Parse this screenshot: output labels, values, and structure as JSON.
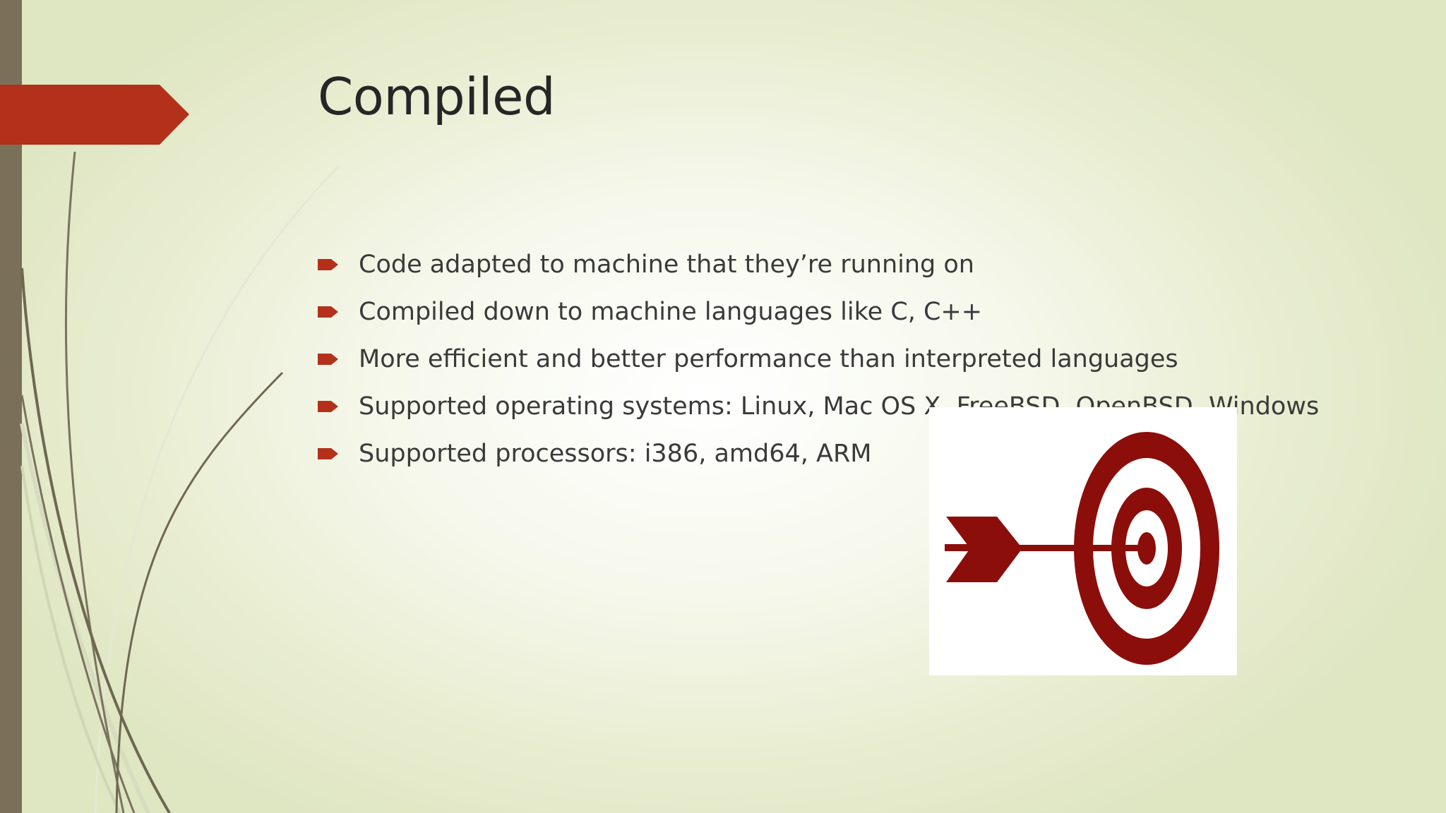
{
  "slide": {
    "title": "Compiled",
    "bullets": [
      "Code adapted to machine that they’re running on",
      "Compiled down to machine languages like C, C++",
      "More efficient and better performance than interpreted languages",
      "Supported operating systems: Linux, Mac OS X, FreeBSD, OpenBSD, Windows",
      "Supported processors: i386, amd64, ARM"
    ],
    "image": {
      "icon": "arrow-target-icon",
      "description_color": "#8b0e0a"
    }
  },
  "colors": {
    "accent": "#b3301a",
    "side_bar": "#7a6f58",
    "title_text": "#262626",
    "body_text": "#3a3a3a",
    "target_red": "#8b0e0a"
  }
}
